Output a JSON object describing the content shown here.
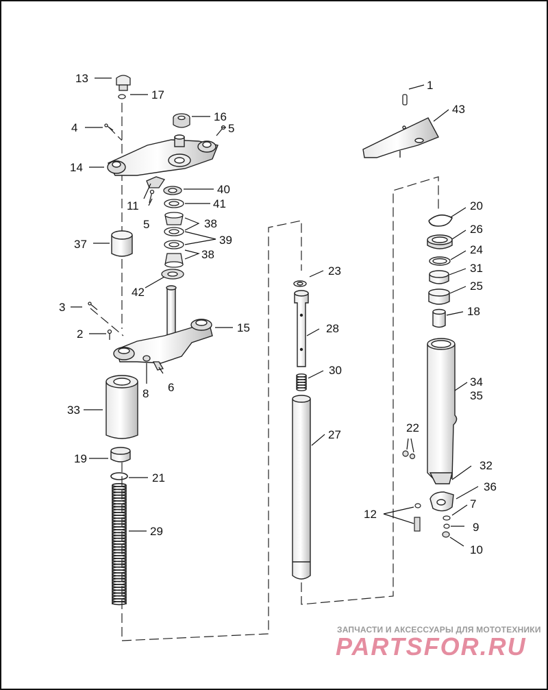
{
  "parts": [
    {
      "num": "1"
    },
    {
      "num": "43"
    },
    {
      "num": "13"
    },
    {
      "num": "17"
    },
    {
      "num": "16"
    },
    {
      "num": "4"
    },
    {
      "num": "5"
    },
    {
      "num": "14"
    },
    {
      "num": "40"
    },
    {
      "num": "11"
    },
    {
      "num": "41"
    },
    {
      "num": "5"
    },
    {
      "num": "38"
    },
    {
      "num": "39"
    },
    {
      "num": "37"
    },
    {
      "num": "38"
    },
    {
      "num": "42"
    },
    {
      "num": "3"
    },
    {
      "num": "15"
    },
    {
      "num": "2"
    },
    {
      "num": "6"
    },
    {
      "num": "8"
    },
    {
      "num": "33"
    },
    {
      "num": "19"
    },
    {
      "num": "21"
    },
    {
      "num": "29"
    },
    {
      "num": "23"
    },
    {
      "num": "28"
    },
    {
      "num": "30"
    },
    {
      "num": "27"
    },
    {
      "num": "20"
    },
    {
      "num": "26"
    },
    {
      "num": "24"
    },
    {
      "num": "31"
    },
    {
      "num": "25"
    },
    {
      "num": "18"
    },
    {
      "num": "34"
    },
    {
      "num": "35"
    },
    {
      "num": "22"
    },
    {
      "num": "32"
    },
    {
      "num": "36"
    },
    {
      "num": "12"
    },
    {
      "num": "7"
    },
    {
      "num": "9"
    },
    {
      "num": "10"
    }
  ],
  "watermark": {
    "tagline": "ЗАПЧАСТИ И АКСЕССУАРЫ ДЛЯ МОТОТЕХНИКИ",
    "brand": "PARTSFOR.RU"
  }
}
